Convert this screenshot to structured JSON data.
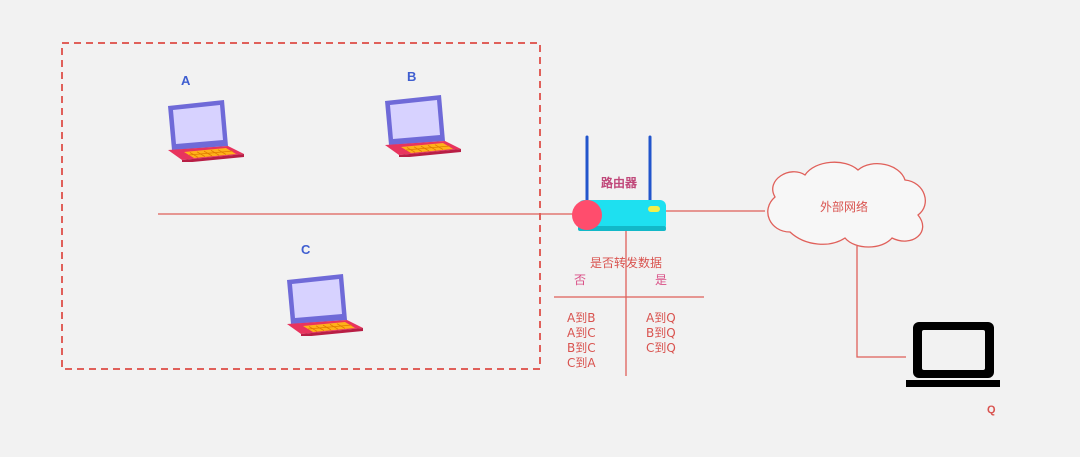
{
  "hosts": [
    {
      "id": "A",
      "label": "A"
    },
    {
      "id": "B",
      "label": "B"
    },
    {
      "id": "C",
      "label": "C"
    }
  ],
  "router": {
    "label": "路由器"
  },
  "external_network": {
    "label": "外部网络"
  },
  "external_host": {
    "label": "Q"
  },
  "forwarding": {
    "title": "是否转发数据",
    "no": {
      "header": "否",
      "items": [
        "A到B",
        "A到C",
        "B到C",
        "C到A"
      ]
    },
    "yes": {
      "header": "是",
      "items": [
        "A到Q",
        "B到Q",
        "C到Q"
      ]
    }
  },
  "colors": {
    "lan_border": "#e0605a",
    "link": "#e0605a",
    "laptop_frame": "#6f6ad8",
    "laptop_screen": "#d7d2ff",
    "laptop_base": "#e8345e",
    "laptop_keys": "#ffb21a",
    "router_body": "#1ee0f0",
    "router_antenna": "#2255cc",
    "router_cap": "#ff4d6d",
    "cloud_stroke": "#e0605a",
    "q_laptop": "#000000"
  }
}
